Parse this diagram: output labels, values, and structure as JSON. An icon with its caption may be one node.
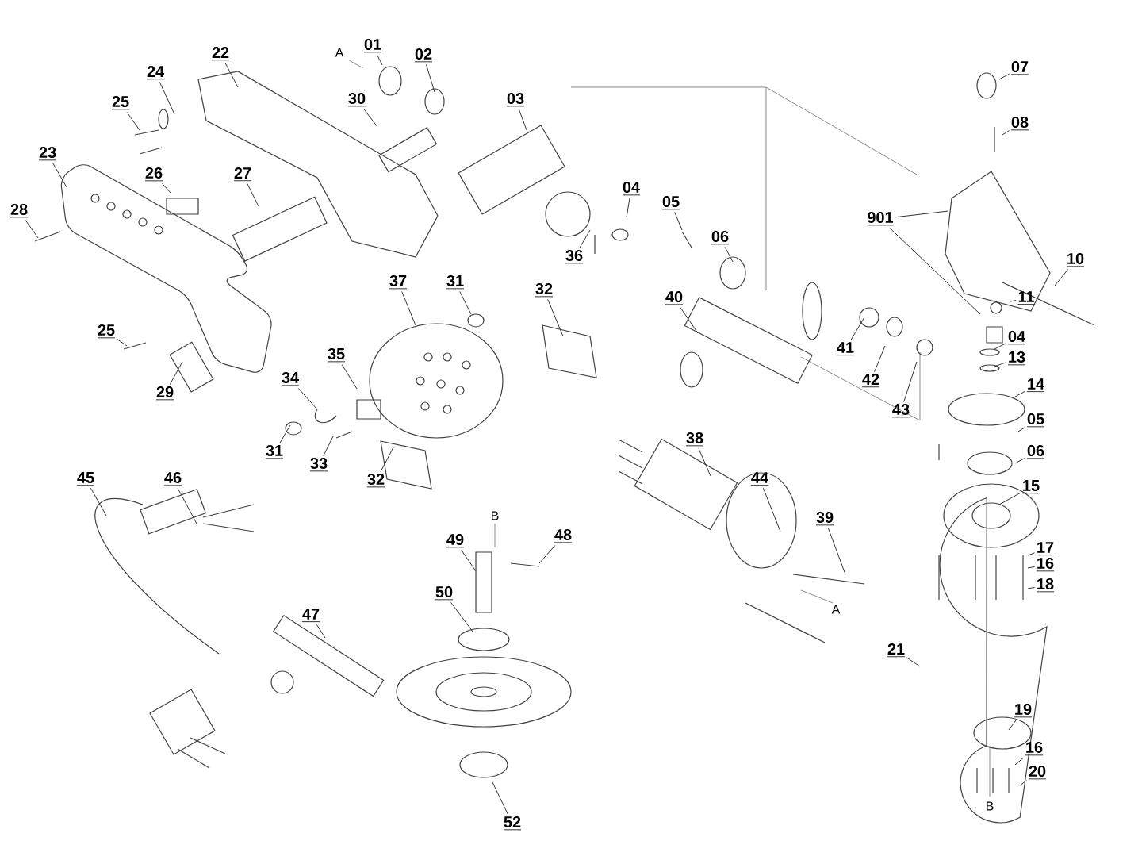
{
  "diagram": {
    "nodes": [
      {
        "text": [
          "01"
        ]
      },
      {
        "text": [
          "02"
        ]
      },
      {
        "text": [
          "03"
        ]
      },
      {
        "text": [
          "22"
        ]
      },
      {
        "text": [
          "24"
        ]
      },
      {
        "text": [
          "25"
        ]
      },
      {
        "text": [
          "30"
        ]
      },
      {
        "text": [
          "23"
        ]
      },
      {
        "text": [
          "26"
        ]
      },
      {
        "text": [
          "27"
        ]
      },
      {
        "text": [
          "28"
        ]
      },
      {
        "text": [
          "36"
        ]
      },
      {
        "text": [
          "04"
        ]
      },
      {
        "text": [
          "05"
        ]
      },
      {
        "text": [
          "06"
        ]
      },
      {
        "text": [
          "40"
        ]
      },
      {
        "text": [
          "901"
        ]
      },
      {
        "text": [
          "07"
        ]
      },
      {
        "text": [
          "08"
        ]
      },
      {
        "text": [
          "10"
        ]
      },
      {
        "text": [
          "11"
        ]
      },
      {
        "text": [
          "04"
        ]
      },
      {
        "text": [
          "13"
        ]
      },
      {
        "text": [
          "14"
        ]
      },
      {
        "text": [
          "05"
        ]
      },
      {
        "text": [
          "41"
        ]
      },
      {
        "text": [
          "42"
        ]
      },
      {
        "text": [
          "43"
        ]
      },
      {
        "text": [
          "37"
        ]
      },
      {
        "text": [
          "31"
        ]
      },
      {
        "text": [
          "32"
        ]
      },
      {
        "text": [
          "35"
        ]
      },
      {
        "text": [
          "34"
        ]
      },
      {
        "text": [
          "31"
        ]
      },
      {
        "text": [
          "33"
        ]
      },
      {
        "text": [
          "32"
        ]
      },
      {
        "text": [
          "29"
        ]
      },
      {
        "text": [
          "25"
        ]
      },
      {
        "text": [
          "06"
        ]
      },
      {
        "text": [
          "38"
        ]
      },
      {
        "text": [
          "44"
        ]
      },
      {
        "text": [
          "39"
        ]
      },
      {
        "text": [
          "15"
        ]
      },
      {
        "text": [
          "17"
        ]
      },
      {
        "text": [
          "16"
        ]
      },
      {
        "text": [
          "18"
        ]
      },
      {
        "text": [
          "21"
        ]
      },
      {
        "text": [
          "19"
        ]
      },
      {
        "text": [
          "16"
        ]
      },
      {
        "text": [
          "20"
        ]
      },
      {
        "text": [
          "45"
        ]
      },
      {
        "text": [
          "46"
        ]
      },
      {
        "text": [
          "47"
        ]
      },
      {
        "text": [
          "48"
        ]
      },
      {
        "text": [
          "49"
        ]
      },
      {
        "text": [
          "50"
        ]
      },
      {
        "text": [
          "52"
        ]
      }
    ],
    "edges": [
      {
        "from": 0,
        "to": null,
        "arrow": "none"
      },
      {
        "from": 1,
        "to": null,
        "arrow": "none"
      },
      {
        "from": 2,
        "to": null,
        "arrow": "none"
      },
      {
        "from": 3,
        "to": null,
        "arrow": "none"
      },
      {
        "from": 4,
        "to": null,
        "arrow": "none"
      },
      {
        "from": 5,
        "to": null,
        "arrow": "none"
      },
      {
        "from": 6,
        "to": null,
        "arrow": "none"
      },
      {
        "from": 7,
        "to": null,
        "arrow": "none"
      },
      {
        "from": 8,
        "to": null,
        "arrow": "none"
      },
      {
        "from": 9,
        "to": null,
        "arrow": "none"
      },
      {
        "from": 10,
        "to": null,
        "arrow": "none"
      },
      {
        "from": 11,
        "to": null,
        "arrow": "none"
      },
      {
        "from": 12,
        "to": null,
        "arrow": "none"
      },
      {
        "from": 13,
        "to": null,
        "arrow": "none"
      },
      {
        "from": 14,
        "to": null,
        "arrow": "none"
      },
      {
        "from": 15,
        "to": null,
        "arrow": "none"
      },
      {
        "from": 16,
        "to": null,
        "arrow": "none"
      },
      {
        "from": 17,
        "to": null,
        "arrow": "none"
      },
      {
        "from": 18,
        "to": null,
        "arrow": "none"
      },
      {
        "from": 19,
        "to": null,
        "arrow": "none"
      },
      {
        "from": 20,
        "to": null,
        "arrow": "none"
      },
      {
        "from": 21,
        "to": null,
        "arrow": "none"
      },
      {
        "from": 22,
        "to": null,
        "arrow": "none"
      },
      {
        "from": 23,
        "to": null,
        "arrow": "none"
      },
      {
        "from": 24,
        "to": null,
        "arrow": "none"
      },
      {
        "from": 25,
        "to": null,
        "arrow": "none"
      },
      {
        "from": 26,
        "to": null,
        "arrow": "none"
      },
      {
        "from": 27,
        "to": null,
        "arrow": "none"
      },
      {
        "from": 28,
        "to": null,
        "arrow": "none"
      },
      {
        "from": 29,
        "to": null,
        "arrow": "none"
      },
      {
        "from": 30,
        "to": null,
        "arrow": "none"
      },
      {
        "from": 31,
        "to": null,
        "arrow": "none"
      },
      {
        "from": 32,
        "to": null,
        "arrow": "none"
      },
      {
        "from": 33,
        "to": null,
        "arrow": "none"
      },
      {
        "from": 34,
        "to": null,
        "arrow": "none"
      },
      {
        "from": 35,
        "to": null,
        "arrow": "none"
      },
      {
        "from": 36,
        "to": null,
        "arrow": "none"
      },
      {
        "from": 37,
        "to": null,
        "arrow": "none"
      },
      {
        "from": 38,
        "to": null,
        "arrow": "none"
      },
      {
        "from": 39,
        "to": null,
        "arrow": "none"
      },
      {
        "from": 40,
        "to": null,
        "arrow": "none"
      },
      {
        "from": 41,
        "to": null,
        "arrow": "none"
      },
      {
        "from": 42,
        "to": null,
        "arrow": "none"
      },
      {
        "from": 43,
        "to": null,
        "arrow": "none"
      },
      {
        "from": 44,
        "to": null,
        "arrow": "none"
      },
      {
        "from": 45,
        "to": null,
        "arrow": "none"
      },
      {
        "from": 46,
        "to": null,
        "arrow": "none"
      },
      {
        "from": 47,
        "to": null,
        "arrow": "none"
      },
      {
        "from": 48,
        "to": null,
        "arrow": "none"
      },
      {
        "from": 49,
        "to": null,
        "arrow": "none"
      },
      {
        "from": 50,
        "to": null,
        "arrow": "none"
      },
      {
        "from": 51,
        "to": null,
        "arrow": "none"
      },
      {
        "from": 52,
        "to": null,
        "arrow": "none"
      },
      {
        "from": 53,
        "to": null,
        "arrow": "none"
      },
      {
        "from": 54,
        "to": null,
        "arrow": "none"
      },
      {
        "from": 55,
        "to": null,
        "arrow": "none"
      },
      {
        "from": 56,
        "to": null,
        "arrow": "none"
      },
      {
        "from": 16,
        "to": null,
        "arrow": "none"
      }
    ],
    "labels": [
      "A",
      "B",
      "A",
      "B"
    ]
  }
}
